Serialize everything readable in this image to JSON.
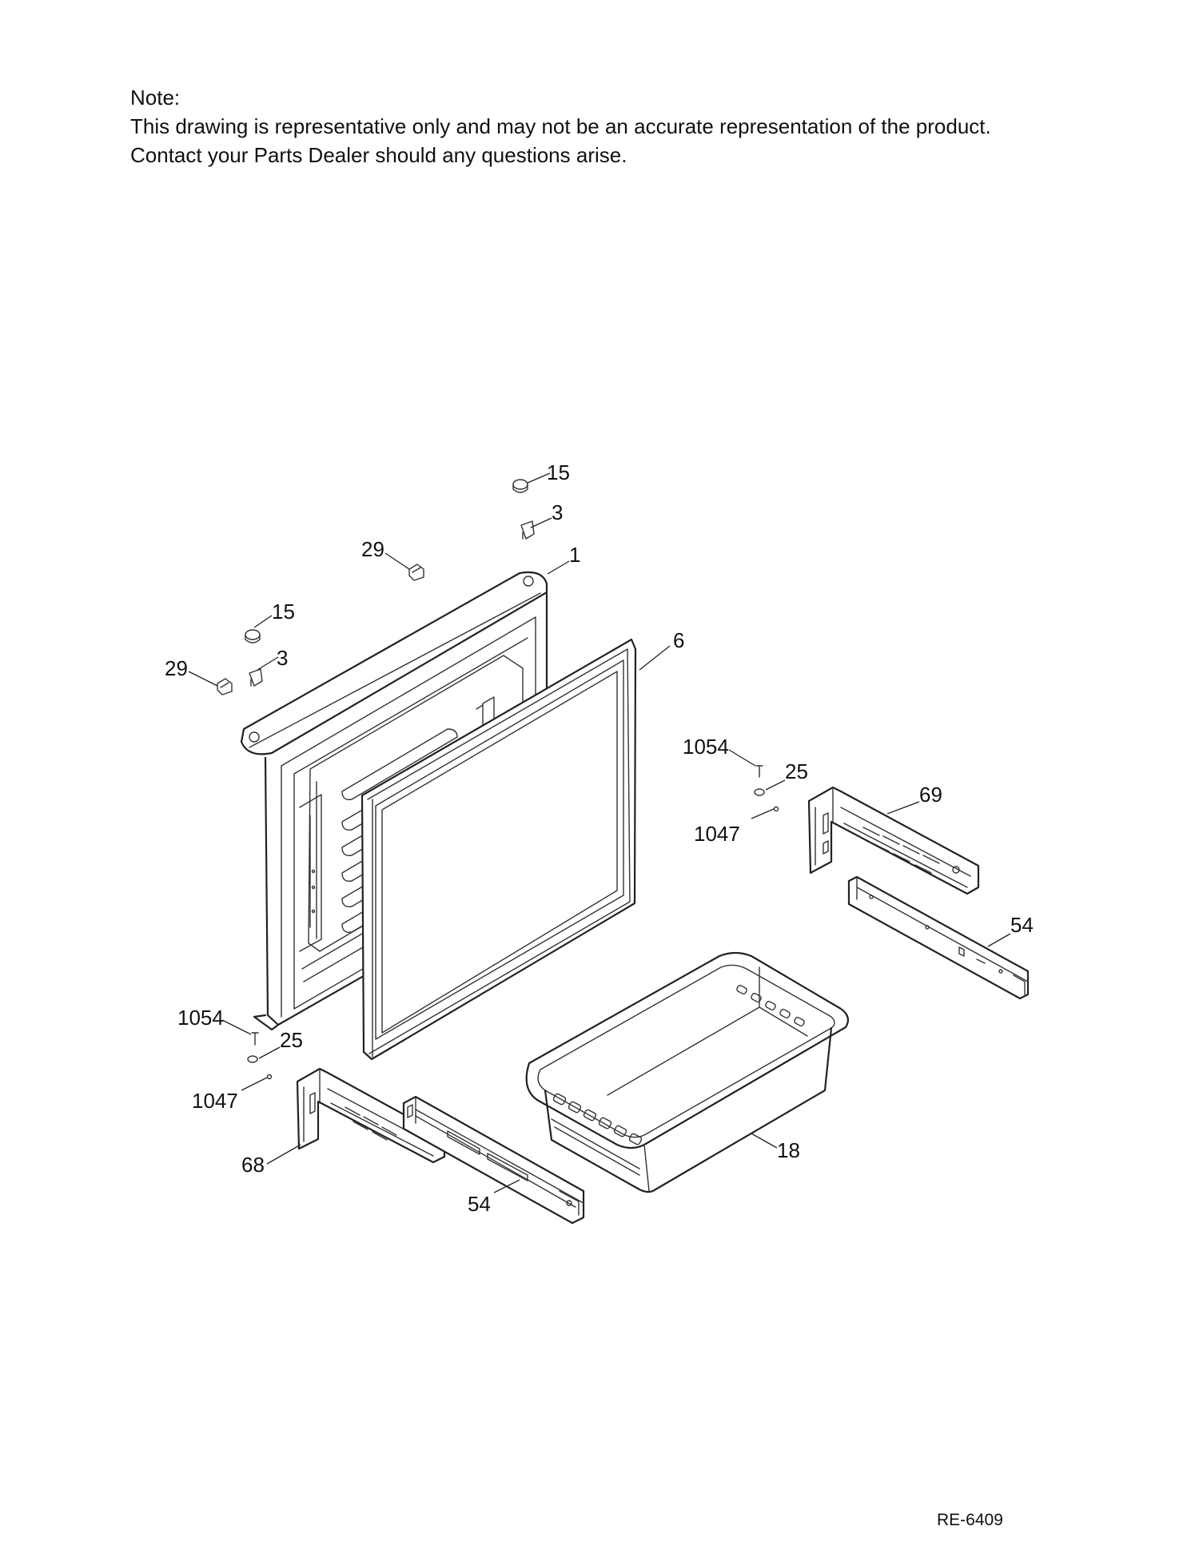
{
  "note": {
    "heading": "Note:",
    "line1": "This drawing is representative only and may not be an accurate representation of the product.",
    "line2": "Contact your Parts Dealer should any questions arise."
  },
  "callouts": {
    "c15_top": "15",
    "c3_top": "3",
    "c29_top": "29",
    "c1": "1",
    "c15_left": "15",
    "c29_left": "29",
    "c3_left": "3",
    "c6": "6",
    "c1054_right": "1054",
    "c25_right": "25",
    "c69": "69",
    "c1047_right": "1047",
    "c54_right": "54",
    "c1054_left": "1054",
    "c25_left": "25",
    "c1047_left": "1047",
    "c68": "68",
    "c54_bottom": "54",
    "c18": "18"
  },
  "reference_code": "RE-6409"
}
